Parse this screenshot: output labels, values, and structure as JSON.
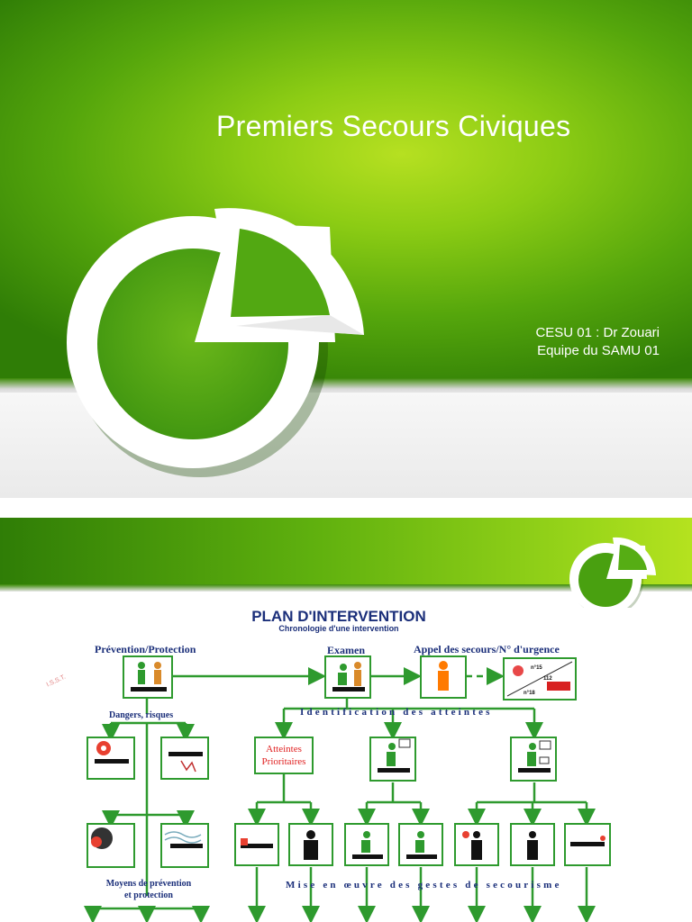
{
  "slide1": {
    "title": "Premiers Secours Civiques",
    "subtitle_line1": "CESU 01 : Dr Zouari",
    "subtitle_line2": "Equipe du SAMU 01"
  },
  "diagram": {
    "title": "PLAN D'INTERVENTION",
    "subtitle": "Chronologie d'une intervention",
    "prevention_label": "Prévention/Protection",
    "examen_label": "Examen",
    "appel_label": "Appel des secours/N° d'urgence",
    "dangers_label": "Dangers, risques",
    "identification_label": "Identification des atteintes",
    "atteintes_line1": "Atteintes",
    "atteintes_line2": "Prioritaires",
    "moyens_line1": "Moyens de prévention",
    "moyens_line2": "et protection",
    "mise_label": "Mise en œuvre des gestes de secourisme",
    "watermark": "I.S.S.T.",
    "emergency_numbers": [
      "n°15",
      "112",
      "n°18"
    ]
  },
  "colors": {
    "green_dark": "#2f7d06",
    "green_light": "#b6e021",
    "diagram_green": "#2e9a2e",
    "diagram_blue": "#1b2f7a"
  }
}
